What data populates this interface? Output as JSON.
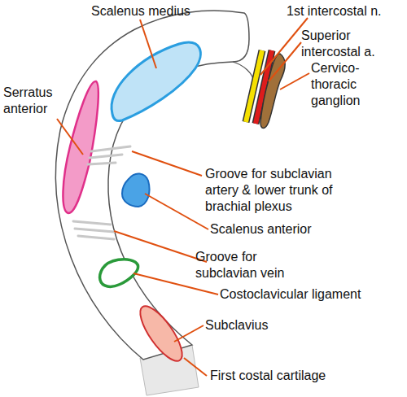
{
  "diagram": {
    "labels": [
      "Scalenus medius",
      "1st intercostal n.",
      "Superior intercostal a.",
      "Cervico- thoracic ganglion",
      "Serratus anterior",
      "Groove for subclavian artery & lower trunk of brachial plexus",
      "Scalenus anterior",
      "Groove for subclavian vein",
      "Costoclavicular ligament",
      "Subclavius",
      "First costal cartilage"
    ]
  }
}
